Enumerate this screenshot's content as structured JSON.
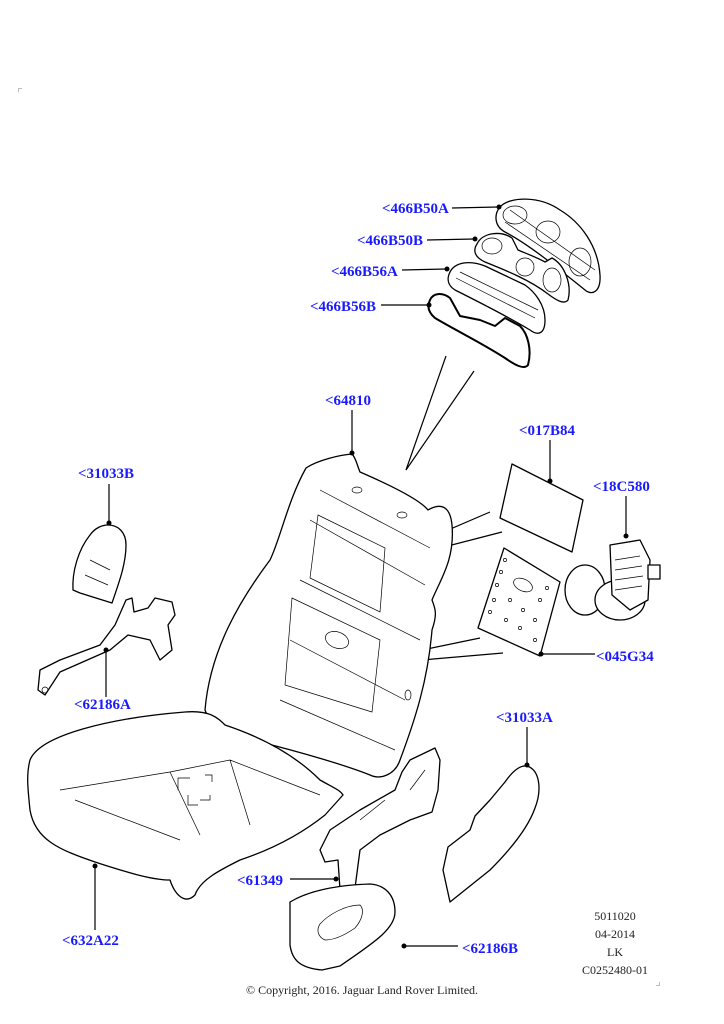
{
  "diagram": {
    "title": "Front seat back and cushion components",
    "callouts": [
      {
        "id": "466B50A",
        "text": "<466B50A"
      },
      {
        "id": "466B50B",
        "text": "<466B50B"
      },
      {
        "id": "466B56A",
        "text": "<466B56A"
      },
      {
        "id": "466B56B",
        "text": "<466B56B"
      },
      {
        "id": "64810",
        "text": "<64810"
      },
      {
        "id": "017B84",
        "text": "<017B84"
      },
      {
        "id": "18C580",
        "text": "<18C580"
      },
      {
        "id": "31033B",
        "text": "<31033B"
      },
      {
        "id": "045G34",
        "text": "<045G34"
      },
      {
        "id": "62186A",
        "text": "<62186A"
      },
      {
        "id": "31033A",
        "text": "<31033A"
      },
      {
        "id": "61349",
        "text": "<61349"
      },
      {
        "id": "632A22",
        "text": "<632A22"
      },
      {
        "id": "62186B",
        "text": "<62186B"
      }
    ],
    "label_color": "#1a1aff"
  },
  "footer": {
    "ref_number": "5011020",
    "date": "04-2014",
    "initials": "LK",
    "image_code": "C0252480-01",
    "copyright": "© Copyright, 2016. Jaguar Land Rover Limited."
  }
}
